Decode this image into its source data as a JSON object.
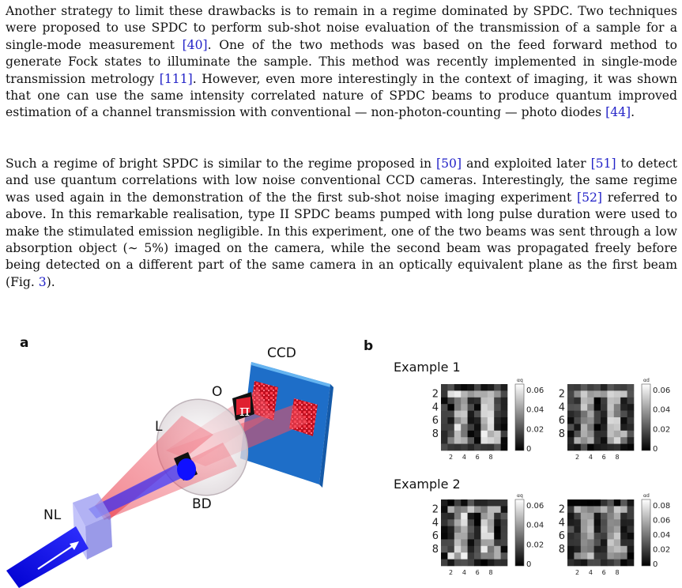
{
  "text": {
    "p1": [
      {
        "t": "Another strategy to limit these drawbacks is to remain in a regime dominated by SPDC. Two techniques were proposed to use SPDC to perform sub-shot noise evaluation of the transmission of a sample for a single-mode measurement "
      },
      {
        "t": "[40]",
        "ref": true
      },
      {
        "t": ". One of the two methods was based on the feed forward method to generate Fock states to illuminate the sample. This method was recently implemented in single-mode transmission metrology "
      },
      {
        "t": "[111]",
        "ref": true
      },
      {
        "t": ". However, even more interestingly in the context of imaging, it was shown that one can use the same intensity correlated nature of SPDC beams to produce quantum improved estimation of a channel transmission with conventional — non-photon-counting — photo diodes "
      },
      {
        "t": "[44]",
        "ref": true
      },
      {
        "t": "."
      }
    ],
    "p2": [
      {
        "t": "Such a regime of bright SPDC is similar to the regime proposed in "
      },
      {
        "t": "[50]",
        "ref": true
      },
      {
        "t": " and exploited later "
      },
      {
        "t": "[51]",
        "ref": true
      },
      {
        "t": " to detect and use quantum correlations with low noise conventional CCD cameras. Interestingly, the same regime was used again in the demonstration of the the first sub-shot noise imaging experiment "
      },
      {
        "t": "[52]",
        "ref": true
      },
      {
        "t": " referred to above. In this remarkable realisation, type II SPDC beams pumped with long pulse duration were used to make the stimulated emission negligible. In this experiment, one of the two beams was sent through a low absorption object (∼ 5%) imaged on the camera, while the second beam was propagated freely before being detected on a different part of the same camera in an optically equivalent plane as the first beam (Fig. "
      },
      {
        "t": "3",
        "ref": true
      },
      {
        "t": ")."
      }
    ]
  },
  "figure": {
    "panel_a": "a",
    "panel_b": "b",
    "labels": {
      "ccd": "CCD",
      "o": "O",
      "l": "L",
      "bd": "BD",
      "nl": "NL",
      "pi": "π"
    },
    "example1_title": "Example 1",
    "example2_title": "Example 2",
    "axis_ticks": [
      "2",
      "4",
      "6",
      "8"
    ],
    "colorbars": [
      {
        "label": "αq",
        "ticks": [
          "0.06",
          "0.04",
          "0.02",
          "0"
        ]
      },
      {
        "label": "αd",
        "ticks": [
          "0.06",
          "0.04",
          "0.02",
          "0"
        ]
      },
      {
        "label": "αq",
        "ticks": [
          "0.06",
          "0.04",
          "0.02",
          "0"
        ]
      },
      {
        "label": "αd",
        "ticks": [
          "0.08",
          "0.06",
          "0.04",
          "0.02",
          "0"
        ]
      }
    ],
    "colors": {
      "ccd": "#2d7fd6",
      "beam_red": "#e83040",
      "pump": "#1a1ae0",
      "ref": "#2323c8"
    }
  }
}
